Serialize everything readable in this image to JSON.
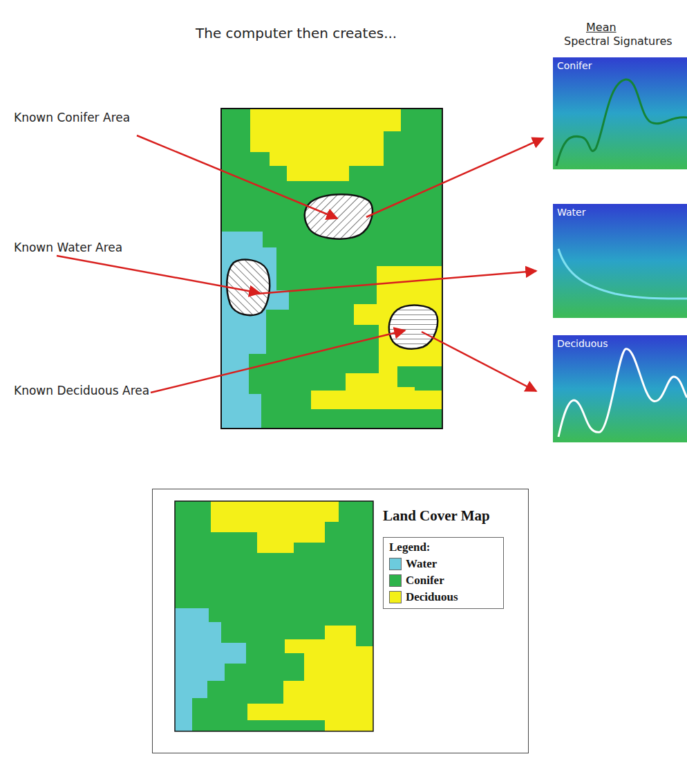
{
  "diagram": {
    "nodes": [
      {
        "text": [
          "Conifer"
        ]
      },
      {
        "text": [
          "Water"
        ]
      },
      {
        "text": [
          "Deciduous"
        ]
      },
      {
        "text": [
          "Land Cover Map"
        ]
      },
      {
        "text": [
          "Legend:"
        ],
        "in": 3
      }
    ],
    "labels": [
      "The computer then creates...",
      "Mean",
      "Spectral Signatures",
      "Known Conifer Area",
      "Known Water Area",
      "Known Deciduous Area"
    ],
    "legend": [
      {
        "text": "Water",
        "color": "#6ccbdd"
      },
      {
        "text": "Conifer",
        "color": "#2db34a"
      },
      {
        "text": "Deciduous",
        "color": "#f4f018"
      }
    ]
  }
}
